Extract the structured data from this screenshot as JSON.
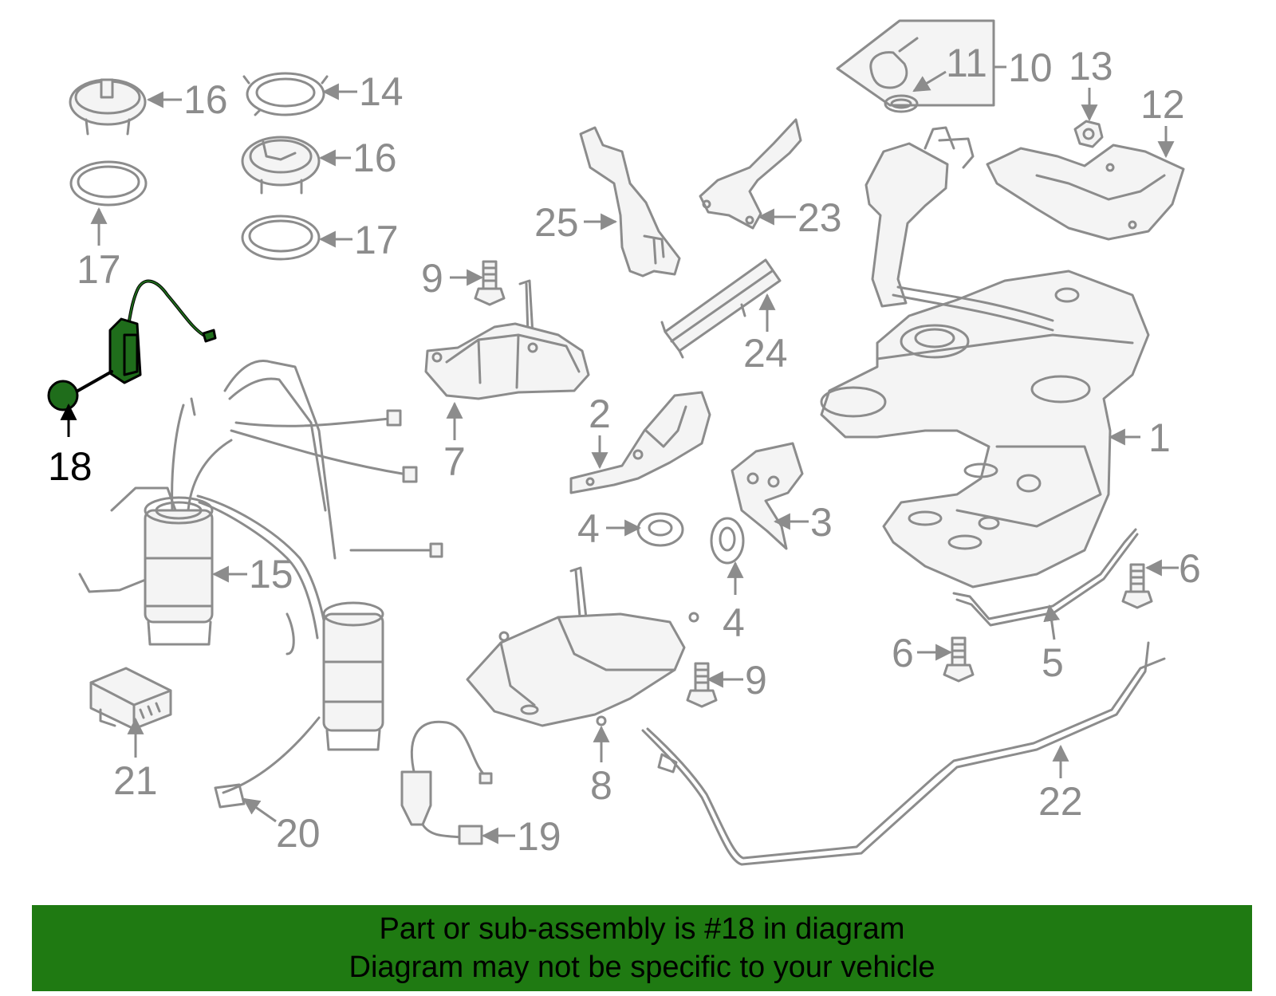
{
  "diagram": {
    "highlighted_part": "18",
    "labels": {
      "l1": "1",
      "l2": "2",
      "l3": "3",
      "l4a": "4",
      "l4b": "4",
      "l5": "5",
      "l6a": "6",
      "l6b": "6",
      "l7": "7",
      "l8": "8",
      "l9a": "9",
      "l9b": "9",
      "l10": "10",
      "l11": "11",
      "l12": "12",
      "l13": "13",
      "l14": "14",
      "l15": "15",
      "l16a": "16",
      "l16b": "16",
      "l17a": "17",
      "l17b": "17",
      "l18": "18",
      "l19": "19",
      "l20": "20",
      "l21": "21",
      "l22": "22",
      "l23": "23",
      "l24": "24",
      "l25": "25"
    },
    "colors": {
      "part_line": "#8c8c8c",
      "highlight_fill": "#1f6d1b",
      "banner": "#1f7a12"
    }
  },
  "footer": {
    "line1": "Part or sub-assembly is #18 in diagram",
    "line2": "Diagram may not be specific to your vehicle"
  }
}
